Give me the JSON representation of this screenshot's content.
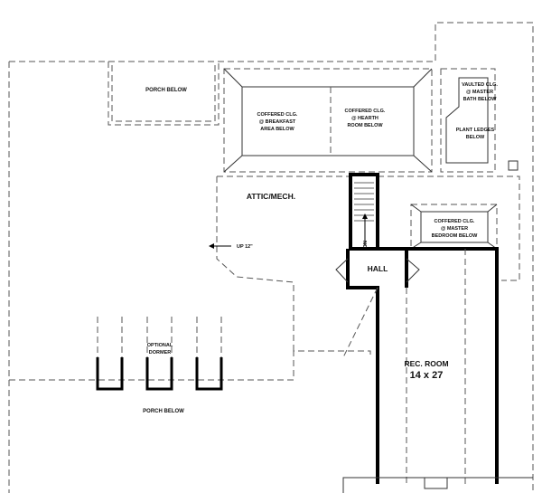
{
  "labels": {
    "porch_below_top": "PORCH BELOW",
    "coffered_breakfast": [
      "COFFERED CLG.",
      "@ BREAKFAST",
      "AREA BELOW"
    ],
    "coffered_hearth": [
      "COFFERED CLG.",
      "@ HEARTH",
      "ROOM BELOW"
    ],
    "vaulted": [
      "VAULTED CLG.",
      "@ MASTER",
      "BATH BELOW"
    ],
    "plant_ledges": [
      "PLANT LEDGES",
      "BELOW"
    ],
    "attic": "ATTIC/MECH.",
    "up": "UP 12\"",
    "dn": "DN",
    "hall": "HALL",
    "coffered_master": [
      "COFFERED CLG.",
      "@ MASTER",
      "BEDROOM BELOW"
    ],
    "optional_dormer": [
      "OPTIONAL",
      "DORMER"
    ],
    "rec_room": "REC. ROOM",
    "rec_room_size": "14 x 27",
    "porch_below_bottom": "PORCH BELOW"
  }
}
